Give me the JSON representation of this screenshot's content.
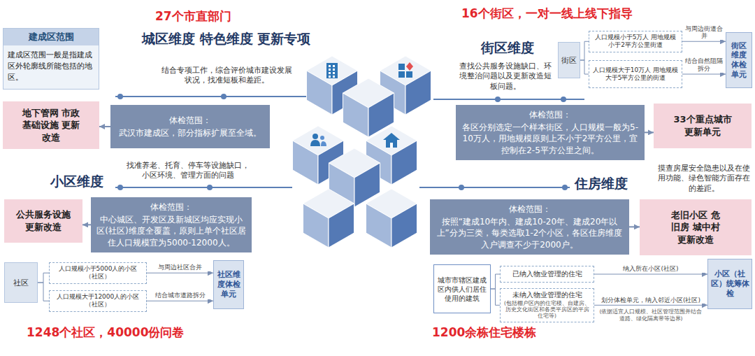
{
  "diagram": {
    "nodes": [
      {
        "text": [
          "建成区范围",
          "建成区范围一般是指建成区外轮廓线所能包括的地区。"
        ]
      },
      {
        "text": [
          "地下管网 市政基础设施 更新改造"
        ]
      },
      {
        "text": [
          "体检范围：",
          "武汉市建成区，部分指标扩展至全域。"
        ]
      },
      {
        "text": [
          "街区"
        ]
      },
      {
        "text": [
          "人口规模小于5万人 用地规模小于2平方公里街道"
        ]
      },
      {
        "text": [
          "人口规模大于10万人 用地规模大于5平方公里的街道"
        ]
      },
      {
        "text": [
          "街区维度体检单元"
        ]
      },
      {
        "text": [
          "体检范围：",
          "各区分别选定一个样本街区，人口规模一般为5-10万人，用地规模原则上不小于2平方公里，宜控制在2-5平方公里之间。"
        ]
      },
      {
        "text": [
          "33个重点城市更新单元"
        ]
      },
      {
        "text": [
          "公共服务设施更新改造"
        ]
      },
      {
        "text": [
          "体检范围：",
          "中心城区、开发区及新城区均应实现小区(社区)维度全覆盖，原则上单个社区居住人口规模宜为5000-12000人。"
        ]
      },
      {
        "text": [
          "社区"
        ]
      },
      {
        "text": [
          "人口规模小于5000人的小区（社区）"
        ]
      },
      {
        "text": [
          "人口规模大于12000人的小区（社区）"
        ]
      },
      {
        "text": [
          "社区维度体检单元"
        ]
      },
      {
        "text": [
          "体检范围：",
          "按照“建成10年内、建成10-20年、建成20年以上”分为三类，每类选取1-2个小区，各区住房维度入户调查不少于2000户。"
        ]
      },
      {
        "text": [
          "老旧小区 危旧房 城中村 更新改造"
        ]
      },
      {
        "text": [
          "城市市辖区建成区内供人们居住使用的建筑"
        ]
      },
      {
        "text": [
          "已纳入物业管理的住宅"
        ]
      },
      {
        "text": [
          "未纳入物业管理的住宅",
          "(包括棚户区内的住宅楼、自建房、历史文化街区和各类平房区的平房住宅等)"
        ]
      },
      {
        "text": [
          "小区（社区）统筹体检"
        ]
      }
    ],
    "edges": [
      {
        "from": 2,
        "to": 1,
        "arrow": "to"
      },
      {
        "from": 3,
        "to": 4,
        "arrow": "none"
      },
      {
        "from": 3,
        "to": 5,
        "arrow": "none"
      },
      {
        "from": 4,
        "to": 6,
        "arrow": "to",
        "label": "与周边街道合并"
      },
      {
        "from": 5,
        "to": 6,
        "arrow": "to",
        "label": "结合自然阻隔拆分"
      },
      {
        "from": 7,
        "to": 8,
        "arrow": "to"
      },
      {
        "from": 10,
        "to": 9,
        "arrow": "to"
      },
      {
        "from": 11,
        "to": 12,
        "arrow": "none"
      },
      {
        "from": 11,
        "to": 13,
        "arrow": "none"
      },
      {
        "from": 12,
        "to": 14,
        "arrow": "to",
        "label": "与周边社区合并"
      },
      {
        "from": 13,
        "to": 14,
        "arrow": "to",
        "label": "结合城市道路拆分"
      },
      {
        "from": 15,
        "to": 16,
        "arrow": "to"
      },
      {
        "from": 17,
        "to": 18,
        "arrow": "none"
      },
      {
        "from": 17,
        "to": 19,
        "arrow": "none"
      },
      {
        "from": 18,
        "to": 20,
        "arrow": "to",
        "label": "纳入所在小区(社区)"
      },
      {
        "from": 19,
        "to": 20,
        "arrow": "to",
        "label": "划分体检单元，纳入邻近小区(社区)"
      }
    ],
    "labels": [
      "27个市直部门",
      "城区维度 特色维度 更新专项",
      "结合专项工作，综合评价城市建设发展状况，找准短板和差距。",
      "16个街区，一对一线上线下指导",
      "街区维度",
      "查找公共服务设施缺口、环境整治问题以及更新改造短板问题。",
      "小区维度",
      "找准养老、托育、停车等设施缺口，小区环境、管理方面的问题",
      "1248个社区，40000份问卷",
      "住房维度",
      "摸查房屋安全隐患以及在使用功能、绿色智能方面存在的差距。",
      "1200余栋住宅楼栋",
      "(依据适宜人口规模、社区管理范围并结合道路、绿化隔离带等边界)"
    ]
  }
}
